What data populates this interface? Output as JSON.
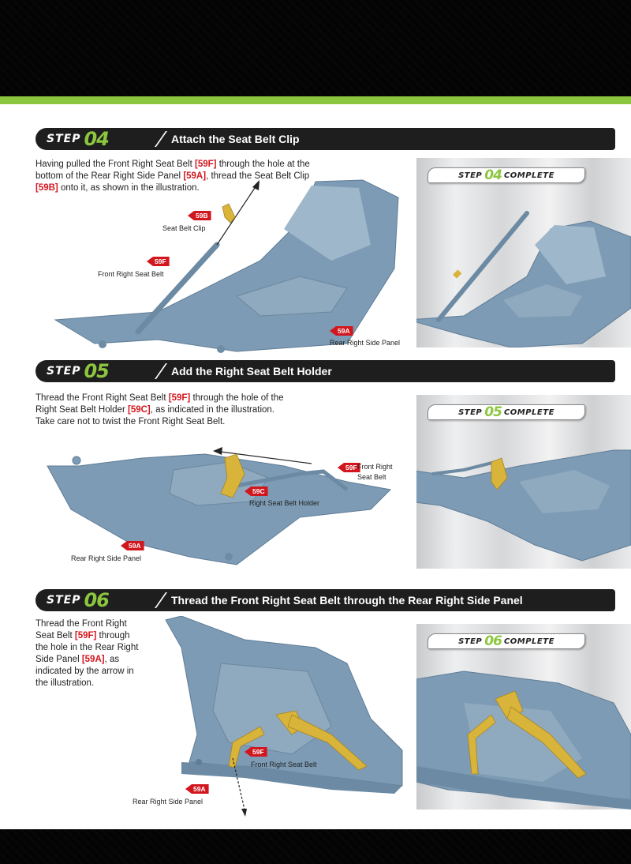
{
  "colors": {
    "accent_green": "#8cc63f",
    "ref_red": "#d2161e",
    "part_blue": "#7d9bb4",
    "belt_yellow": "#d9b43b"
  },
  "steps": [
    {
      "word": "STEP",
      "number": "04",
      "title": "Attach the Seat Belt Clip",
      "instruction": {
        "t1": "Having pulled the Front Right Seat Belt ",
        "r1": "[59F]",
        "t2": " through the hole at the bottom of the Rear Right Side Panel ",
        "r2": "[59A]",
        "t3": ", thread the Seat Belt Clip ",
        "r3": "[59B]",
        "t4": " onto it, as shown in the illustration."
      },
      "labels": [
        {
          "tag": "59B",
          "text": "Seat Belt Clip"
        },
        {
          "tag": "59F",
          "text": "Front Right Seat Belt"
        },
        {
          "tag": "59A",
          "text": "Rear Right Side Panel"
        }
      ],
      "complete": {
        "word": "STEP",
        "number": "04",
        "suffix": "COMPLETE"
      }
    },
    {
      "word": "STEP",
      "number": "05",
      "title": "Add the Right Seat Belt Holder",
      "instruction": {
        "t1": "Thread the Front Right Seat Belt ",
        "r1": "[59F]",
        "t2": " through the hole of the Right Seat Belt Holder ",
        "r2": "[59C]",
        "t3": ", as indicated in the illustration. Take care not to twist the Front Right Seat Belt."
      },
      "labels": [
        {
          "tag": "59F",
          "text1": "Front Right",
          "text2": "Seat Belt"
        },
        {
          "tag": "59C",
          "text": "Right Seat Belt Holder"
        },
        {
          "tag": "59A",
          "text": "Rear Right Side Panel"
        }
      ],
      "complete": {
        "word": "STEP",
        "number": "05",
        "suffix": "COMPLETE"
      }
    },
    {
      "word": "STEP",
      "number": "06",
      "title": "Thread the Front Right Seat Belt through the Rear Right Side Panel",
      "instruction": {
        "t1": "Thread the Front Right Seat Belt ",
        "r1": "[59F]",
        "t2": " through the hole in the Rear Right Side Panel ",
        "r2": "[59A]",
        "t3": ", as indicated by the arrow in the illustration."
      },
      "labels": [
        {
          "tag": "59F",
          "text": "Front Right Seat Belt"
        },
        {
          "tag": "59A",
          "text": "Rear Right Side Panel"
        }
      ],
      "complete": {
        "word": "STEP",
        "number": "06",
        "suffix": "COMPLETE"
      }
    }
  ]
}
